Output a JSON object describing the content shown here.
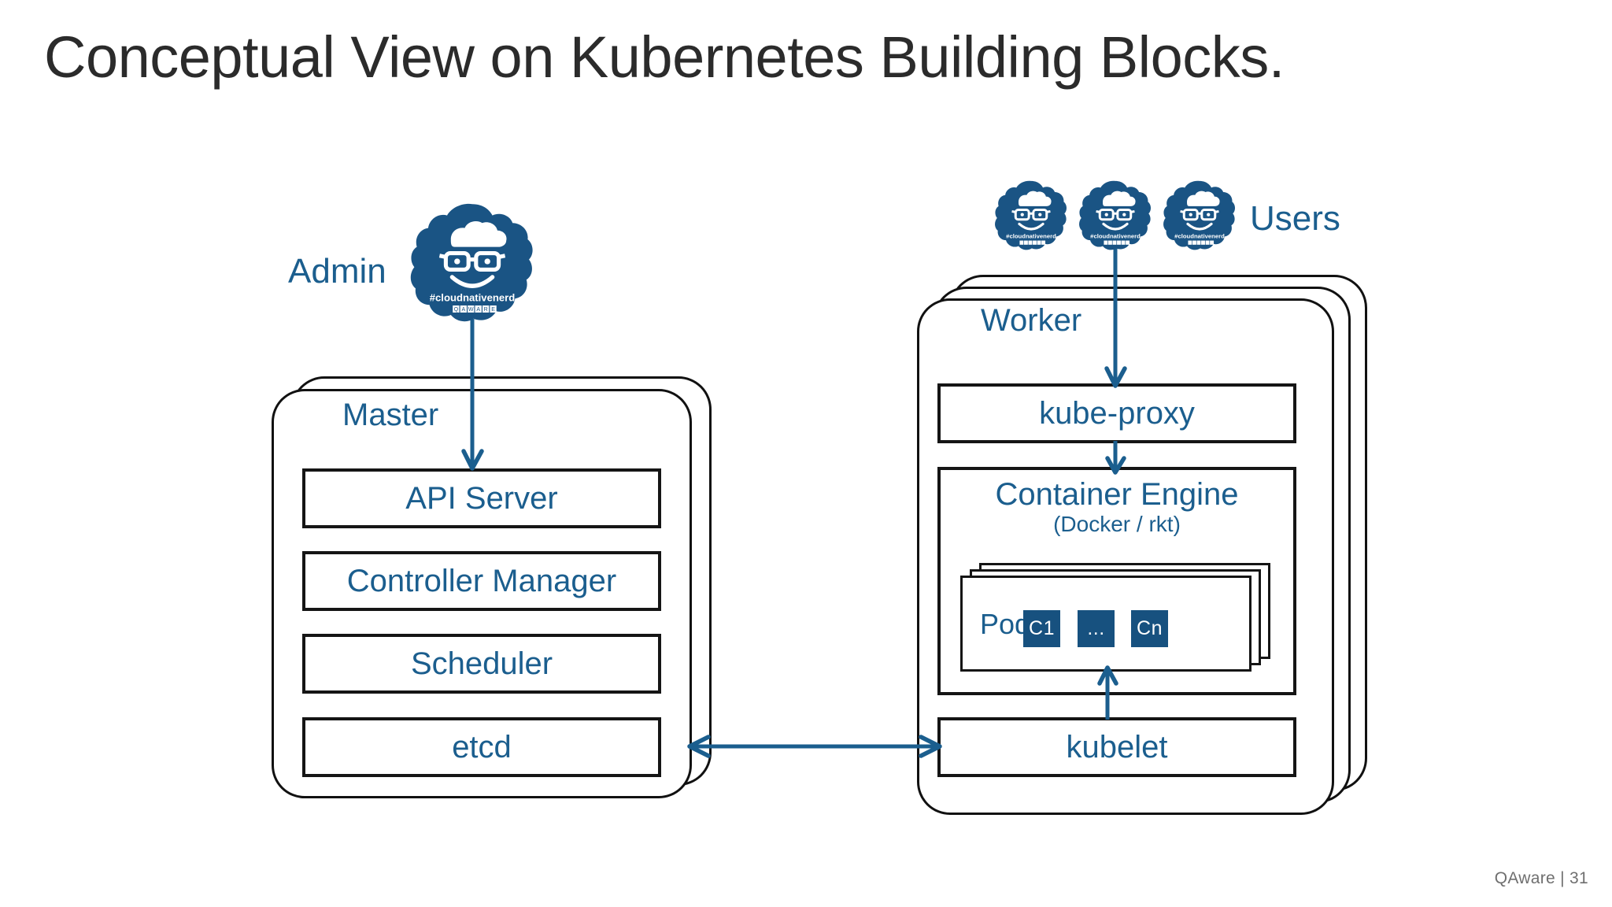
{
  "slide": {
    "title": "Conceptual View on Kubernetes Building Blocks.",
    "footer": "QAware | 31",
    "background": "#ffffff",
    "accent_blue": "#1b5e8e",
    "chip_blue": "#17517f",
    "line_black": "#151515"
  },
  "actors": {
    "admin": {
      "label": "Admin",
      "avatar_icon": "cloudnativenerd-avatar-icon",
      "badge_text": "#cloudnativenerd",
      "brand_text": "QAWARE"
    },
    "users": {
      "label": "Users",
      "count": 3,
      "avatar_icon": "cloudnativenerd-avatar-icon",
      "badge_text": "#cloudnativenerd",
      "brand_text": "QAWARE"
    }
  },
  "master": {
    "title": "Master",
    "stack_layers": 2,
    "components": [
      {
        "name": "API Server",
        "sub": ""
      },
      {
        "name": "Controller Manager",
        "sub": ""
      },
      {
        "name": "Scheduler",
        "sub": ""
      },
      {
        "name": "etcd",
        "sub": ""
      }
    ]
  },
  "worker": {
    "title": "Worker",
    "stack_layers": 3,
    "components": [
      {
        "name": "kube-proxy",
        "sub": ""
      },
      {
        "name": "Container Engine",
        "sub": "(Docker / rkt)"
      },
      {
        "name": "kubelet",
        "sub": ""
      }
    ],
    "pod": {
      "label": "Pod",
      "stack_layers": 3,
      "containers": [
        "C1",
        "...",
        "Cn"
      ]
    }
  },
  "connections": [
    {
      "name": "admin-to-api-server",
      "from": "Admin",
      "to": "API Server",
      "direction": "down"
    },
    {
      "name": "users-to-kube-proxy",
      "from": "Users",
      "to": "kube-proxy",
      "direction": "down"
    },
    {
      "name": "kube-proxy-to-container-engine",
      "from": "kube-proxy",
      "to": "Container Engine",
      "direction": "down"
    },
    {
      "name": "kubelet-to-pod",
      "from": "kubelet",
      "to": "Pod",
      "direction": "up"
    },
    {
      "name": "master-worker-link",
      "from": "Master",
      "to": "kubelet",
      "direction": "bidirectional"
    }
  ]
}
